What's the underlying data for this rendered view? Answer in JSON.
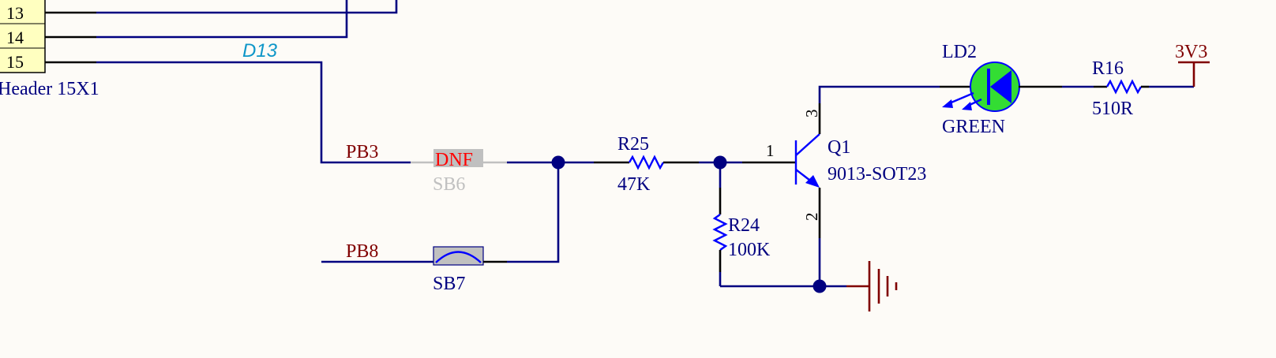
{
  "header": {
    "pins": [
      "13",
      "14",
      "15"
    ],
    "designator": "Header 15X1"
  },
  "nets": {
    "d13": "D13",
    "pb3": "PB3",
    "pb8": "PB8"
  },
  "components": {
    "sb6": {
      "ref": "SB6",
      "note": "DNF"
    },
    "sb7": {
      "ref": "SB7"
    },
    "r25": {
      "ref": "R25",
      "value": "47K"
    },
    "r24": {
      "ref": "R24",
      "value": "100K"
    },
    "q1": {
      "ref": "Q1",
      "value": "9013-SOT23",
      "pins": {
        "base": "1",
        "collector": "3",
        "emitter": "2"
      }
    },
    "ld2": {
      "ref": "LD2",
      "value": "GREEN"
    },
    "r16": {
      "ref": "R16",
      "value": "510R"
    }
  },
  "power": {
    "rail": "3V3"
  },
  "colors": {
    "background": "#fdfbf7",
    "wire": "#000080",
    "component": "#0000ff",
    "net_label": "#800000",
    "netlabel_blue": "#0e96c8",
    "dnf_text": "#ff0000",
    "dnf_fill": "#c0c0c0",
    "led_fill": "#33dd33",
    "header_fill": "#ffffc0"
  }
}
